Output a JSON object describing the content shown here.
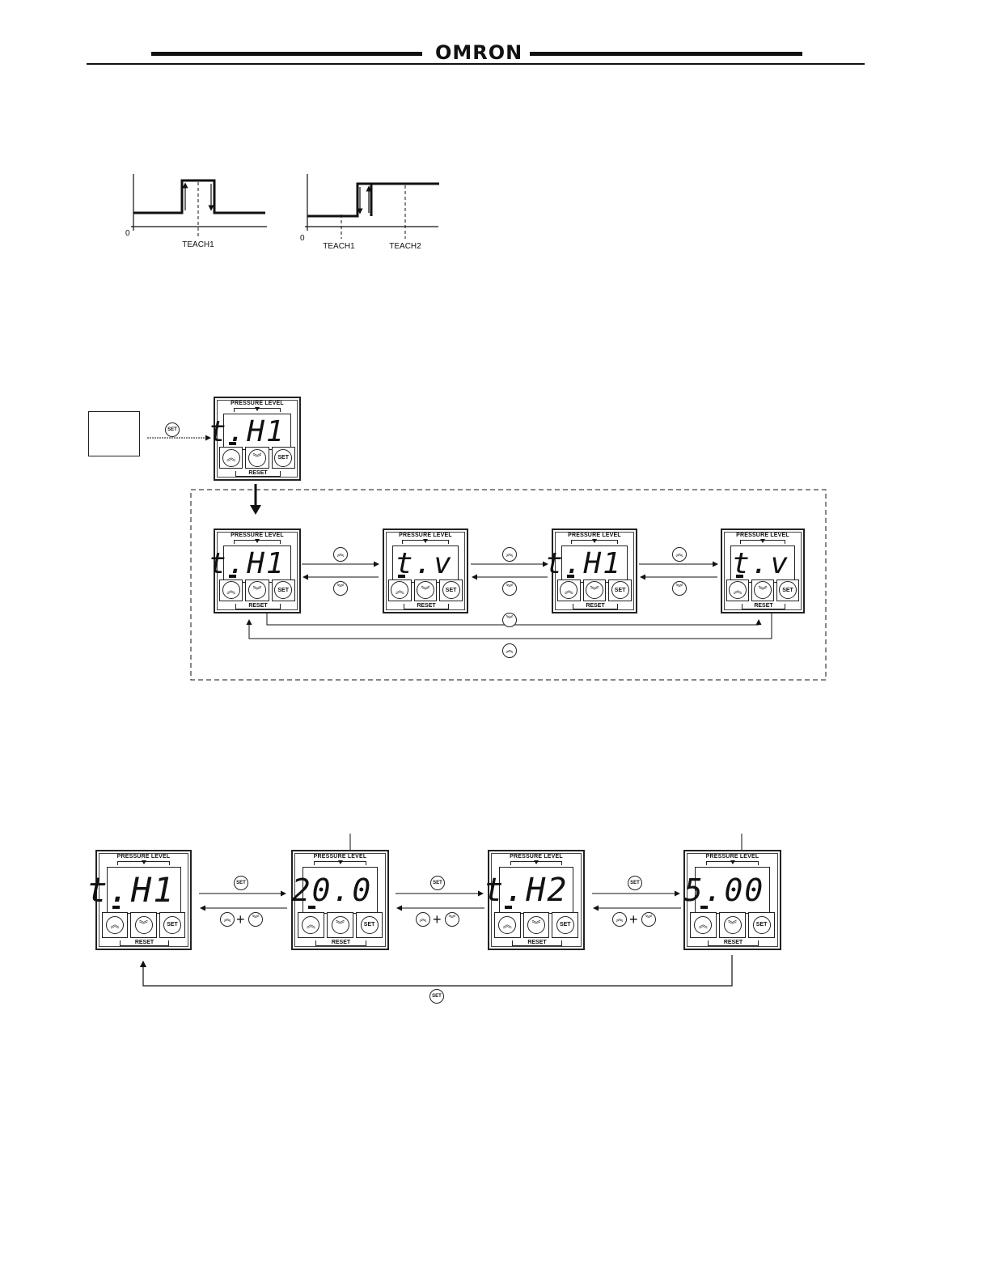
{
  "header": {
    "logo": "OMRON"
  },
  "graphs": {
    "left": {
      "origin": "0",
      "teach1": "TEACH1"
    },
    "right": {
      "origin": "0",
      "teach1": "TEACH1",
      "teach2": "TEACH2"
    }
  },
  "panel_common": {
    "label": "PRESSURE LEVEL",
    "reset": "RESET",
    "up_symbol": "︽",
    "down_symbol": "︾",
    "set": "SET"
  },
  "flow1": {
    "entry_key": "SET",
    "top_panel_display": "t.H1",
    "panels": [
      {
        "display": "t.H1"
      },
      {
        "display": "t.v"
      },
      {
        "display": "t.H1"
      },
      {
        "display": "t.v"
      }
    ]
  },
  "flow2": {
    "panels": [
      {
        "display": "t.H1"
      },
      {
        "display": "20.0"
      },
      {
        "display": "t.H2"
      },
      {
        "display": "5.00"
      }
    ],
    "forward_key": "SET",
    "back_plus": "+",
    "return_key": "SET"
  }
}
